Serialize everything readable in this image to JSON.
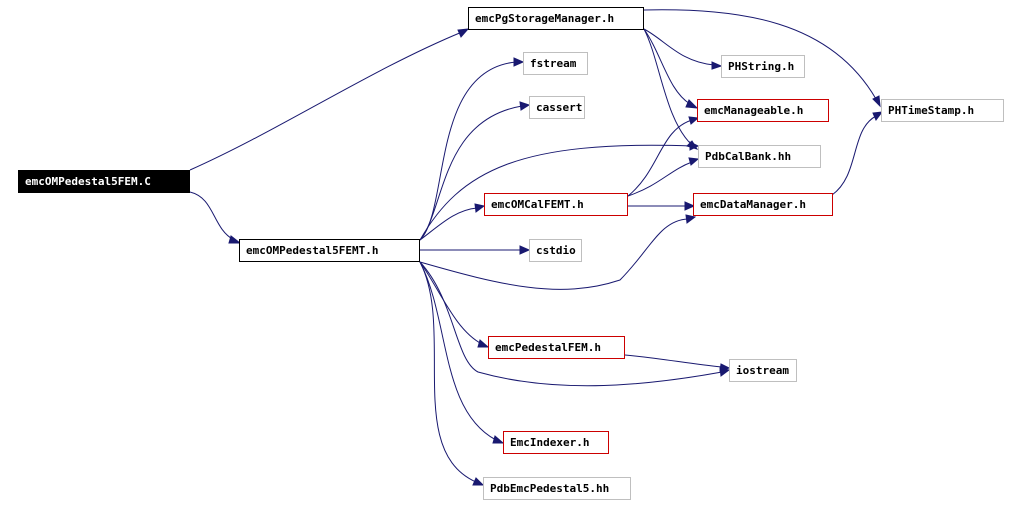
{
  "colors": {
    "edge": "#191970",
    "linked_border": "#cc0000",
    "plain_border": "#bfbfbf",
    "root_bg": "#000000"
  },
  "nodes": {
    "root": "emcOMPedestal5FEM.C",
    "header": "emcOMPedestal5FEMT.h",
    "storage_manager": "emcPgStorageManager.h",
    "fstream": "fstream",
    "cassert": "cassert",
    "phstring": "PHString.h",
    "manageable": "emcManageable.h",
    "phtimestamp": "PHTimeStamp.h",
    "pdbcalbank": "PdbCalBank.hh",
    "calfemt": "emcOMCalFEMT.h",
    "datamanager": "emcDataManager.h",
    "cstdio": "cstdio",
    "pedestalfem": "emcPedestalFEM.h",
    "iostream": "iostream",
    "indexer": "EmcIndexer.h",
    "pdbpedestal5": "PdbEmcPedestal5.hh"
  }
}
